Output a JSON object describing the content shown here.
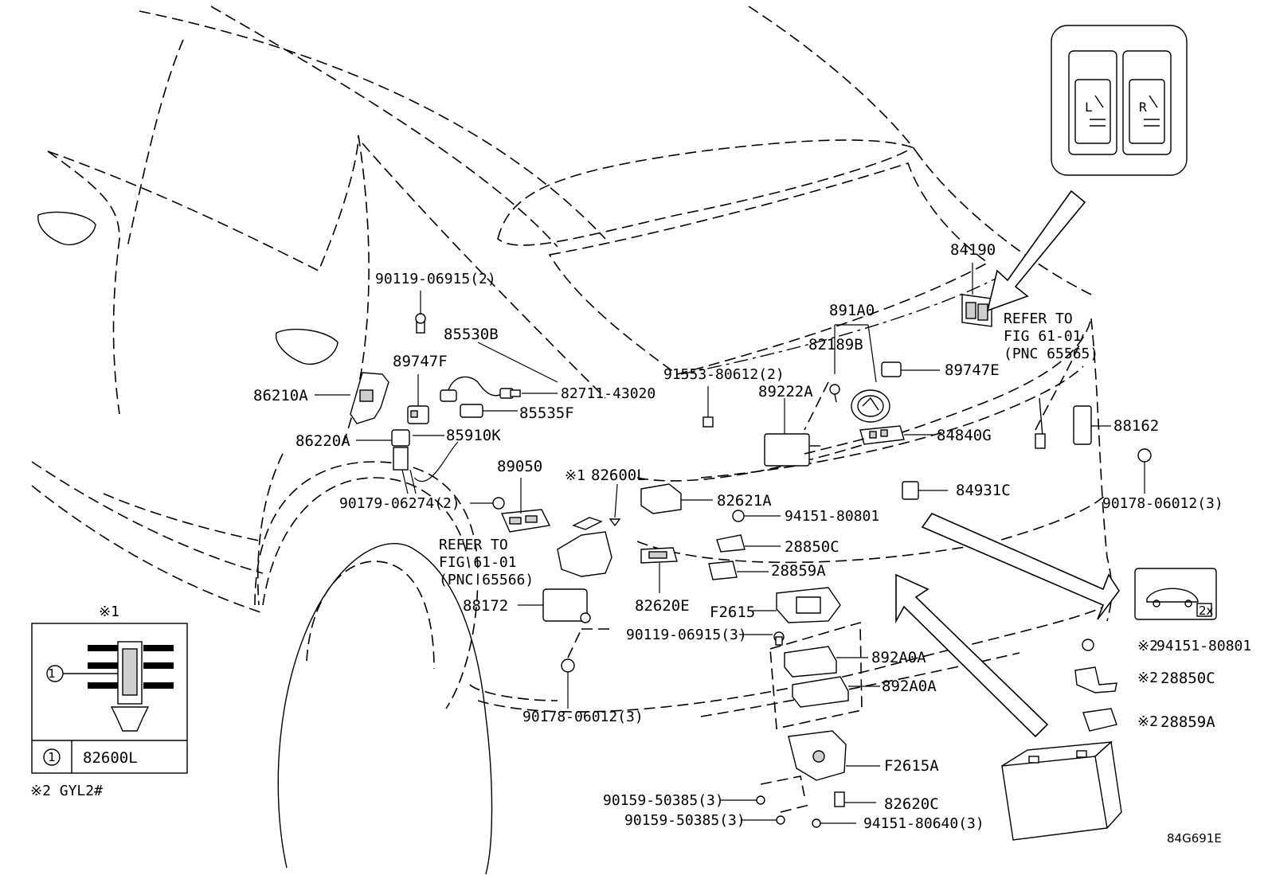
{
  "labels": {
    "p90119_06915_2": "90119-06915(2)",
    "p85530B": "85530B",
    "p89747F": "89747F",
    "p86210A": "86210A",
    "p86220A": "86220A",
    "p85910K": "85910K",
    "p82711_43020": "82711-43020",
    "p85535F": "85535F",
    "p89050": "89050",
    "p82600L_ref": "82600L",
    "note1_mark": "※1",
    "p90179_06274_2": "90179-06274(2)",
    "refer_left_1": "REFER TO",
    "refer_left_2": "FIG 61-01",
    "refer_left_3": "(PNC 65566)",
    "p88172": "88172",
    "p82621A": "82621A",
    "p82620E": "82620E",
    "p90119_06915_3": "90119-06915(3)",
    "p90178_06012_3_left": "90178-06012(3)",
    "p891A0": "891A0",
    "p82189B": "82189B",
    "p91553_80612_2": "91553-80612(2)",
    "p89222A": "89222A",
    "p84840G": "84840G",
    "p89747E": "89747E",
    "p84190": "84190",
    "refer_right_1": "REFER TO",
    "refer_right_2": "FIG 61-01",
    "refer_right_3": "(PNC 65565)",
    "p88162": "88162",
    "p84931C": "84931C",
    "p90178_06012_3_right": "90178-06012(3)",
    "p94151_80801": "94151-80801",
    "p28850C": "28850C",
    "p28859A": "28859A",
    "pF2615": "F2615",
    "p892A0A_1": "892A0A",
    "p892A0A_2": "892A0A",
    "pF2615A": "F2615A",
    "p90159_50385_3_a": "90159-50385(3)",
    "p90159_50385_3_b": "90159-50385(3)",
    "p82620C": "82620C",
    "p94151_80640_3": "94151-80640(3)",
    "s2_mark_1": "※2",
    "p94151_80801_alt": "94151-80801",
    "s2_mark_2": "※2",
    "p28850C_alt": "28850C",
    "s2_mark_3": "※2",
    "p28859A_alt": "28859A",
    "detail_note_mark": "※1",
    "detail_callout": "1",
    "detail_part_no": "82600L",
    "footnote": "※2 GYL2#",
    "diagram_code": "84G691E",
    "switch_left_letter": "L",
    "switch_right_letter": "R",
    "lock_badge": "2x"
  }
}
